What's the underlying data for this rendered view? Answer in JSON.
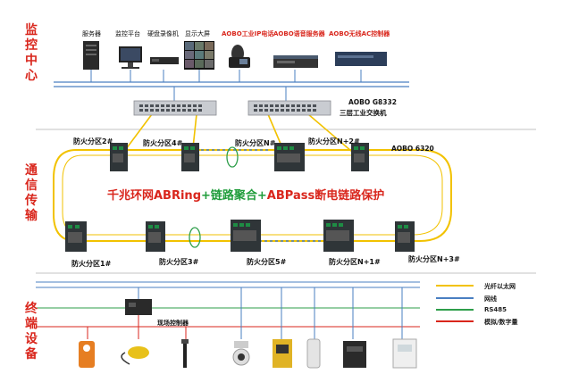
{
  "sections": {
    "monitor": [
      "监",
      "控",
      "中",
      "心"
    ],
    "comm": [
      "通",
      "信",
      "传",
      "输"
    ],
    "terminal": [
      "终",
      "端",
      "设",
      "备"
    ]
  },
  "center_devices": [
    {
      "label": "服务器",
      "color": "black"
    },
    {
      "label": "监控平台",
      "color": "black"
    },
    {
      "label": "硬盘录像机",
      "color": "black"
    },
    {
      "label": "显示大屏",
      "color": "black"
    },
    {
      "label": "AOBO工业IP电话",
      "color": "red"
    },
    {
      "label": "AOBO语音服务器",
      "color": "red"
    },
    {
      "label": "AOBO无线AC控制器",
      "color": "red"
    }
  ],
  "core_switch": {
    "model": "AOBO G8332",
    "desc": "三层工业交换机"
  },
  "ring_switch_model": "AOBO 6320",
  "zones_top": [
    "防火分区2#",
    "防火分区4#",
    "防火分区N#",
    "防火分区N+2#"
  ],
  "zones_bottom": [
    "防火分区1#",
    "防火分区3#",
    "防火分区5#",
    "防火分区N+1#",
    "防火分区N+3#"
  ],
  "banner": {
    "part1": "千兆环网ABRing",
    "part2": "+链路聚合+",
    "part3": "ABPass断电链路保护"
  },
  "field_controller": "现场控制器",
  "legend": [
    {
      "label": "光纤以太网",
      "color": "#f2c200"
    },
    {
      "label": "网线",
      "color": "#4a7fc1"
    },
    {
      "label": "RS485",
      "color": "#2e9e4a"
    },
    {
      "label": "模拟/数字量",
      "color": "#d9261c"
    }
  ]
}
